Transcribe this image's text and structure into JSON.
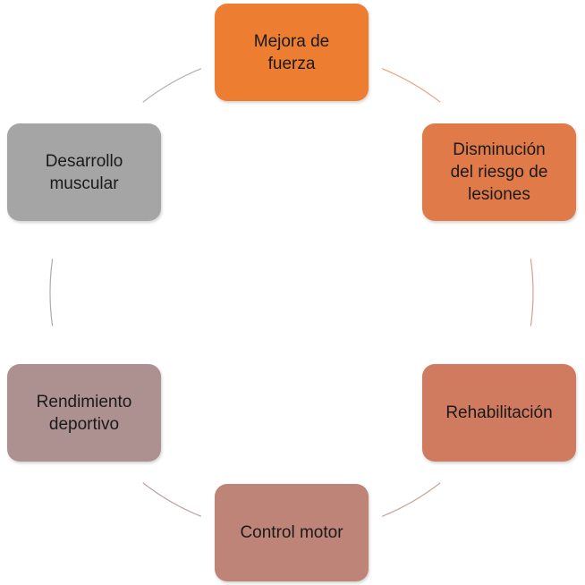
{
  "diagram": {
    "type": "cycle",
    "nodes": [
      {
        "label": "Mejora de\nfuerza",
        "fill": "#ED7D31",
        "text_color": "#1a1a1a"
      },
      {
        "label": "Disminución\ndel riesgo de\nlesiones",
        "fill": "#E07A48",
        "text_color": "#1a1a1a"
      },
      {
        "label": "Rehabilitación",
        "fill": "#D07B60",
        "text_color": "#1a1a1a"
      },
      {
        "label": "Control motor",
        "fill": "#BE8478",
        "text_color": "#1a1a1a"
      },
      {
        "label": "Rendimiento\ndeportivo",
        "fill": "#AD9090",
        "text_color": "#1a1a1a"
      },
      {
        "label": "Desarrollo\nmuscular",
        "fill": "#A5A5A5",
        "text_color": "#1a1a1a"
      }
    ],
    "arc_colors": [
      "#E9A57E",
      "#D8A088",
      "#C9A39B",
      "#B9A5A3",
      "#ADABAB",
      "#B2B2B2"
    ]
  }
}
